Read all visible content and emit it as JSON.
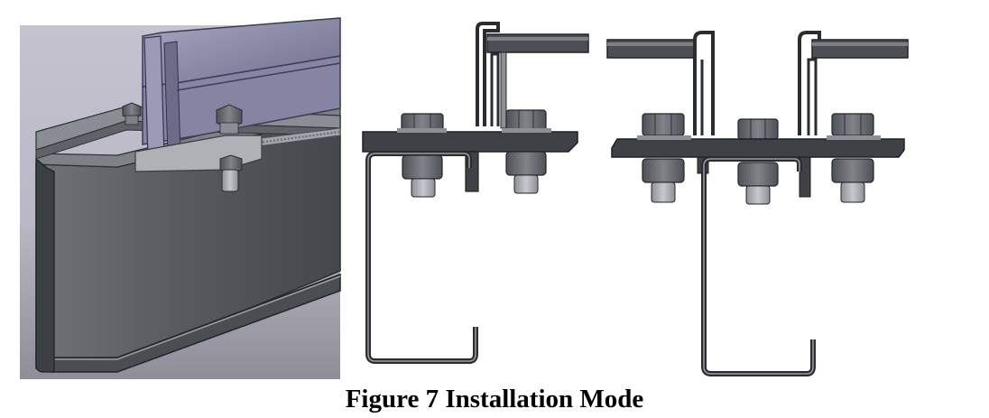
{
  "figure": {
    "caption": "Figure 7 Installation Mode",
    "panels": [
      {
        "id": "iso-3d-view"
      },
      {
        "id": "single-side-section"
      },
      {
        "id": "double-side-section"
      }
    ]
  },
  "colors": {
    "background": "#ffffff",
    "render_bg": "#bfbfc9",
    "steel_dark": "#2f3236",
    "steel_mid": "#595d63",
    "steel_light": "#8c9096",
    "channel_purple": "#8d8ca8",
    "nut_gray": "#6e7277"
  }
}
